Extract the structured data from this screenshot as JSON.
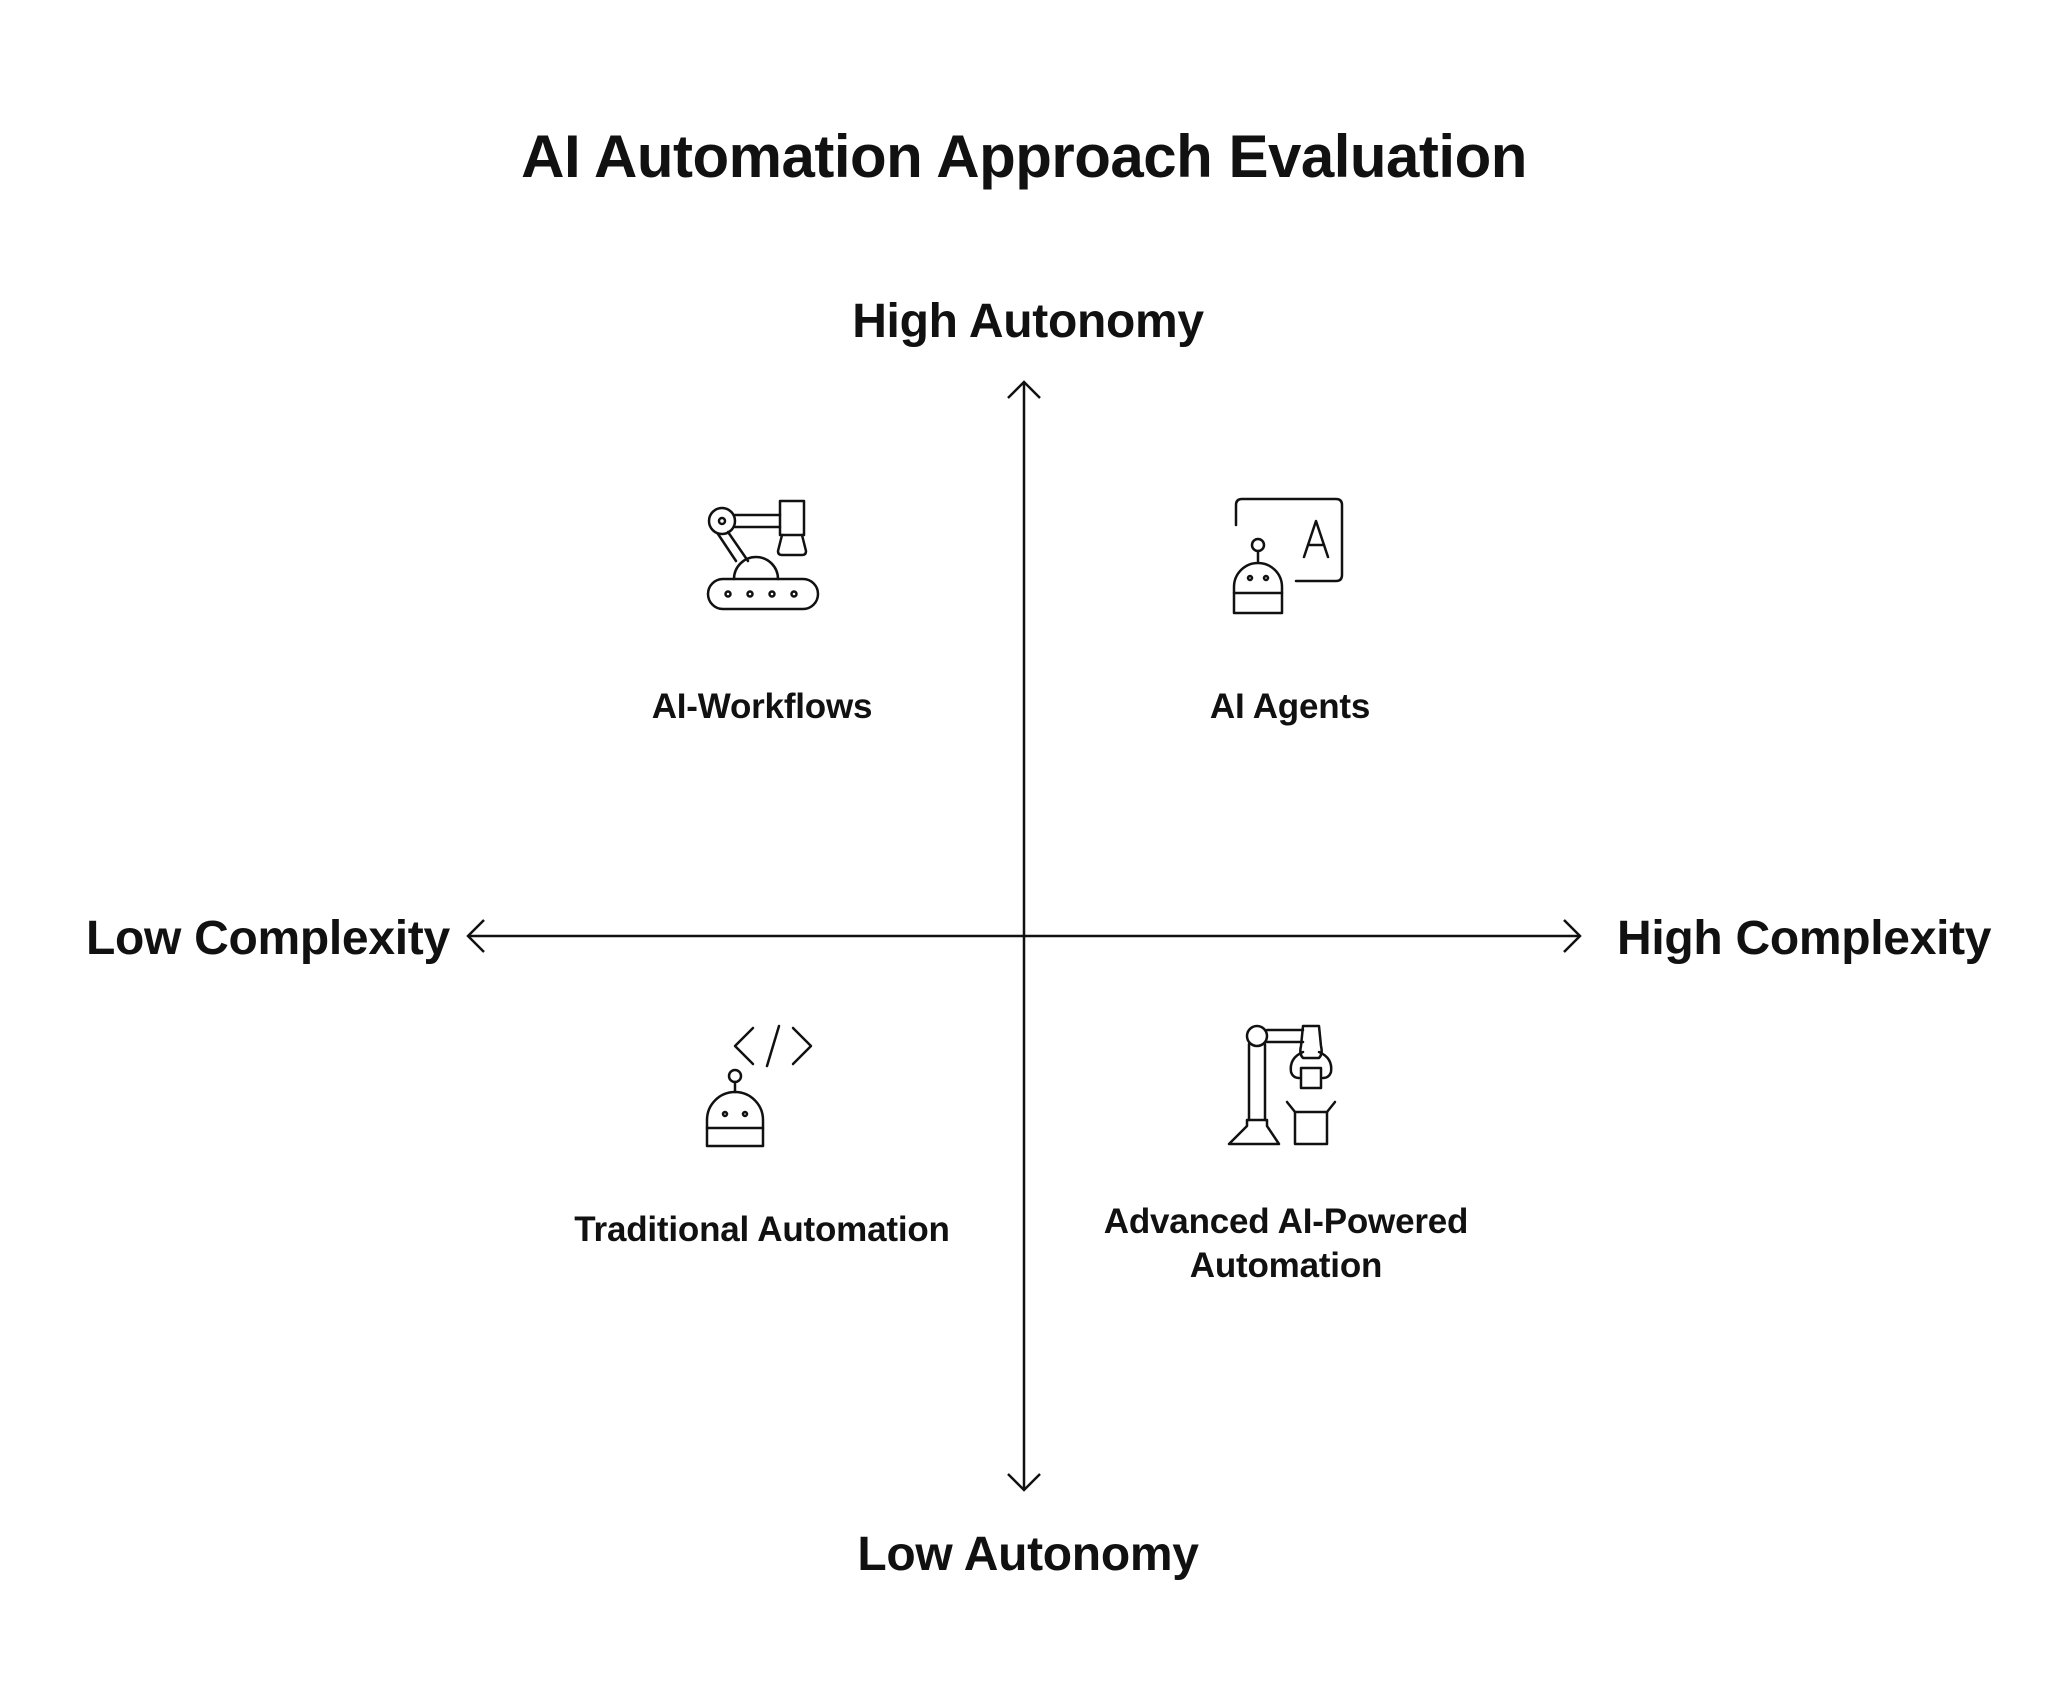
{
  "title": "AI Automation Approach Evaluation",
  "axes": {
    "y_top": "High Autonomy",
    "y_bottom": "Low Autonomy",
    "x_left": "Low Complexity",
    "x_right": "High Complexity"
  },
  "quadrants": {
    "top_left": {
      "label": "AI-Workflows",
      "icon": "robotic-arm-conveyor-icon"
    },
    "top_right": {
      "label": "AI Agents",
      "icon": "robot-screen-icon"
    },
    "bottom_left": {
      "label": "Traditional Automation",
      "icon": "robot-code-icon"
    },
    "bottom_right": {
      "label_line1": "Advanced AI-Powered",
      "label_line2": "Automation",
      "icon": "industrial-robot-arm-icon"
    }
  },
  "colors": {
    "ink": "#111111",
    "background": "#ffffff"
  }
}
